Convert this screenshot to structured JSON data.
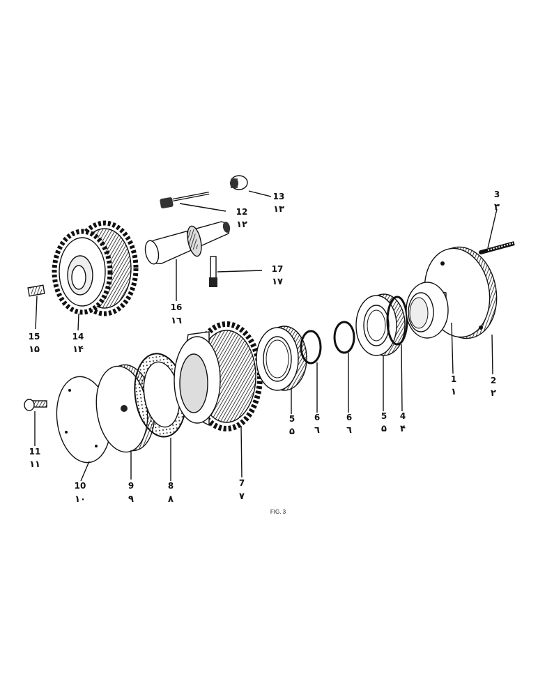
{
  "figure_caption": "FIG. 3",
  "callouts": [
    {
      "id": "1",
      "num": "1",
      "num_ar": "١"
    },
    {
      "id": "2",
      "num": "2",
      "num_ar": "٢"
    },
    {
      "id": "3",
      "num": "3",
      "num_ar": "٣"
    },
    {
      "id": "4",
      "num": "4",
      "num_ar": "۴"
    },
    {
      "id": "5a",
      "num": "5",
      "num_ar": "۵"
    },
    {
      "id": "5b",
      "num": "5",
      "num_ar": "۵"
    },
    {
      "id": "6a",
      "num": "6",
      "num_ar": "٦"
    },
    {
      "id": "6b",
      "num": "6",
      "num_ar": "٦"
    },
    {
      "id": "7",
      "num": "7",
      "num_ar": "٧"
    },
    {
      "id": "8",
      "num": "8",
      "num_ar": "٨"
    },
    {
      "id": "9",
      "num": "9",
      "num_ar": "٩"
    },
    {
      "id": "10",
      "num": "10",
      "num_ar": "١٠"
    },
    {
      "id": "11",
      "num": "11",
      "num_ar": "١١"
    },
    {
      "id": "12",
      "num": "12",
      "num_ar": "١٢"
    },
    {
      "id": "13",
      "num": "13",
      "num_ar": "١٣"
    },
    {
      "id": "14",
      "num": "14",
      "num_ar": "١۴"
    },
    {
      "id": "15",
      "num": "15",
      "num_ar": "١۵"
    },
    {
      "id": "16",
      "num": "16",
      "num_ar": "١٦"
    },
    {
      "id": "17",
      "num": "17",
      "num_ar": "١٧"
    }
  ]
}
